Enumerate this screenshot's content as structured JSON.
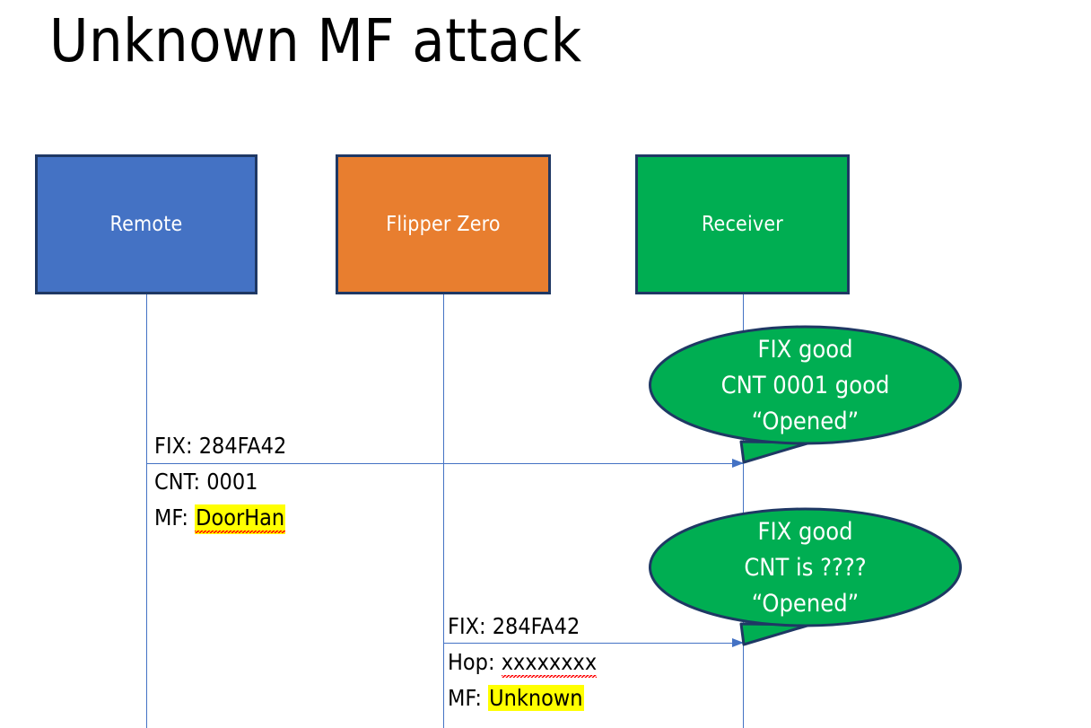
{
  "slide": {
    "title": "Unknown MF attack",
    "background": "#FFFFFF"
  },
  "colors": {
    "remote_fill": "#4472C4",
    "flipper_fill": "#E87E2F",
    "receiver_fill": "#00AE52",
    "box_border": "#1F3864",
    "lifeline": "#4472C4",
    "arrow": "#4472C4",
    "bubble_fill": "#00AE52",
    "bubble_border": "#1F3864",
    "highlight": "#FFFF00",
    "spellcheck_underline": "#FF0000",
    "text": "#000000",
    "box_label_text": "#FFFFFF"
  },
  "actors": [
    {
      "id": "remote",
      "label": "Remote"
    },
    {
      "id": "flipper",
      "label": "Flipper Zero"
    },
    {
      "id": "receiver",
      "label": "Receiver"
    }
  ],
  "messages": [
    {
      "id": "message-1",
      "from": "remote",
      "to": "receiver",
      "lines": [
        {
          "prefix": "FIX: ",
          "value": "284FA42",
          "highlight": false,
          "spellcheck_error": false
        },
        {
          "prefix": "CNT: ",
          "value": "0001",
          "highlight": false,
          "spellcheck_error": false
        },
        {
          "prefix": "MF: ",
          "value": "DoorHan",
          "highlight": true,
          "spellcheck_error": true
        }
      ]
    },
    {
      "id": "message-2",
      "from": "flipper",
      "to": "receiver",
      "lines": [
        {
          "prefix": "FIX: ",
          "value": "284FA42",
          "highlight": false,
          "spellcheck_error": false
        },
        {
          "prefix": "Hop: ",
          "value": "xxxxxxxx",
          "highlight": false,
          "spellcheck_error": true
        },
        {
          "prefix": "MF: ",
          "value": "Unknown",
          "highlight": true,
          "spellcheck_error": false
        }
      ]
    }
  ],
  "bubbles": [
    {
      "id": "bubble-1",
      "owner": "receiver",
      "lines": [
        "FIX good",
        "CNT 0001 good",
        "“Opened”"
      ]
    },
    {
      "id": "bubble-2",
      "owner": "receiver",
      "lines": [
        "FIX good",
        "CNT is ????",
        "“Opened”"
      ]
    }
  ]
}
